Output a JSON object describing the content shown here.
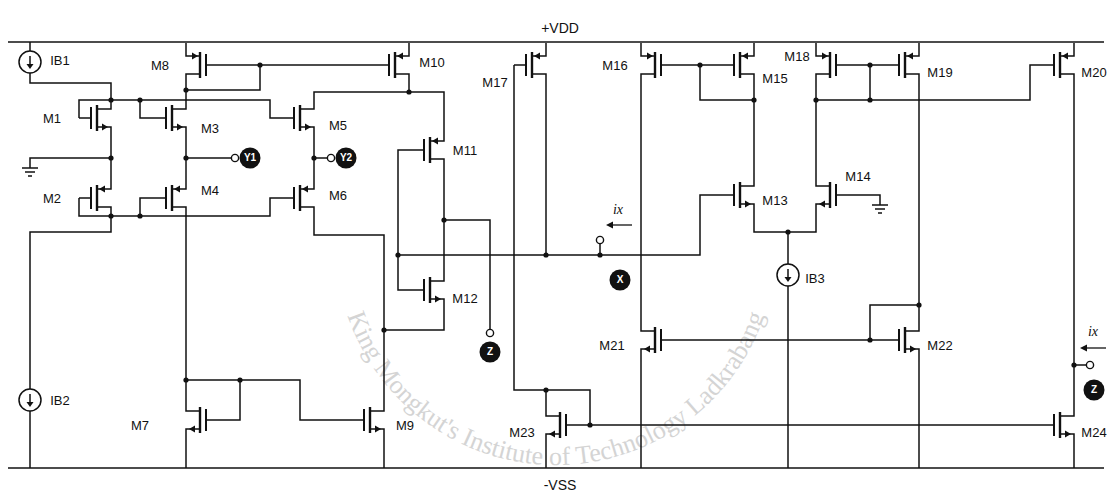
{
  "diagram": {
    "labels": [
      "+VDD",
      "-VSS",
      "IB1",
      "IB2",
      "IB3",
      "M1",
      "M2",
      "M3",
      "M4",
      "M5",
      "M6",
      "M7",
      "M8",
      "M9",
      "M10",
      "M11",
      "M12",
      "M13",
      "M14",
      "M15",
      "M16",
      "M17",
      "M18",
      "M19",
      "M20",
      "M21",
      "M22",
      "M23",
      "M24",
      "ix",
      "ix",
      "Y1",
      "Y2",
      "Z",
      "X",
      "Z",
      "King Mongkut's Institute of Technology Ladkrabang"
    ]
  }
}
